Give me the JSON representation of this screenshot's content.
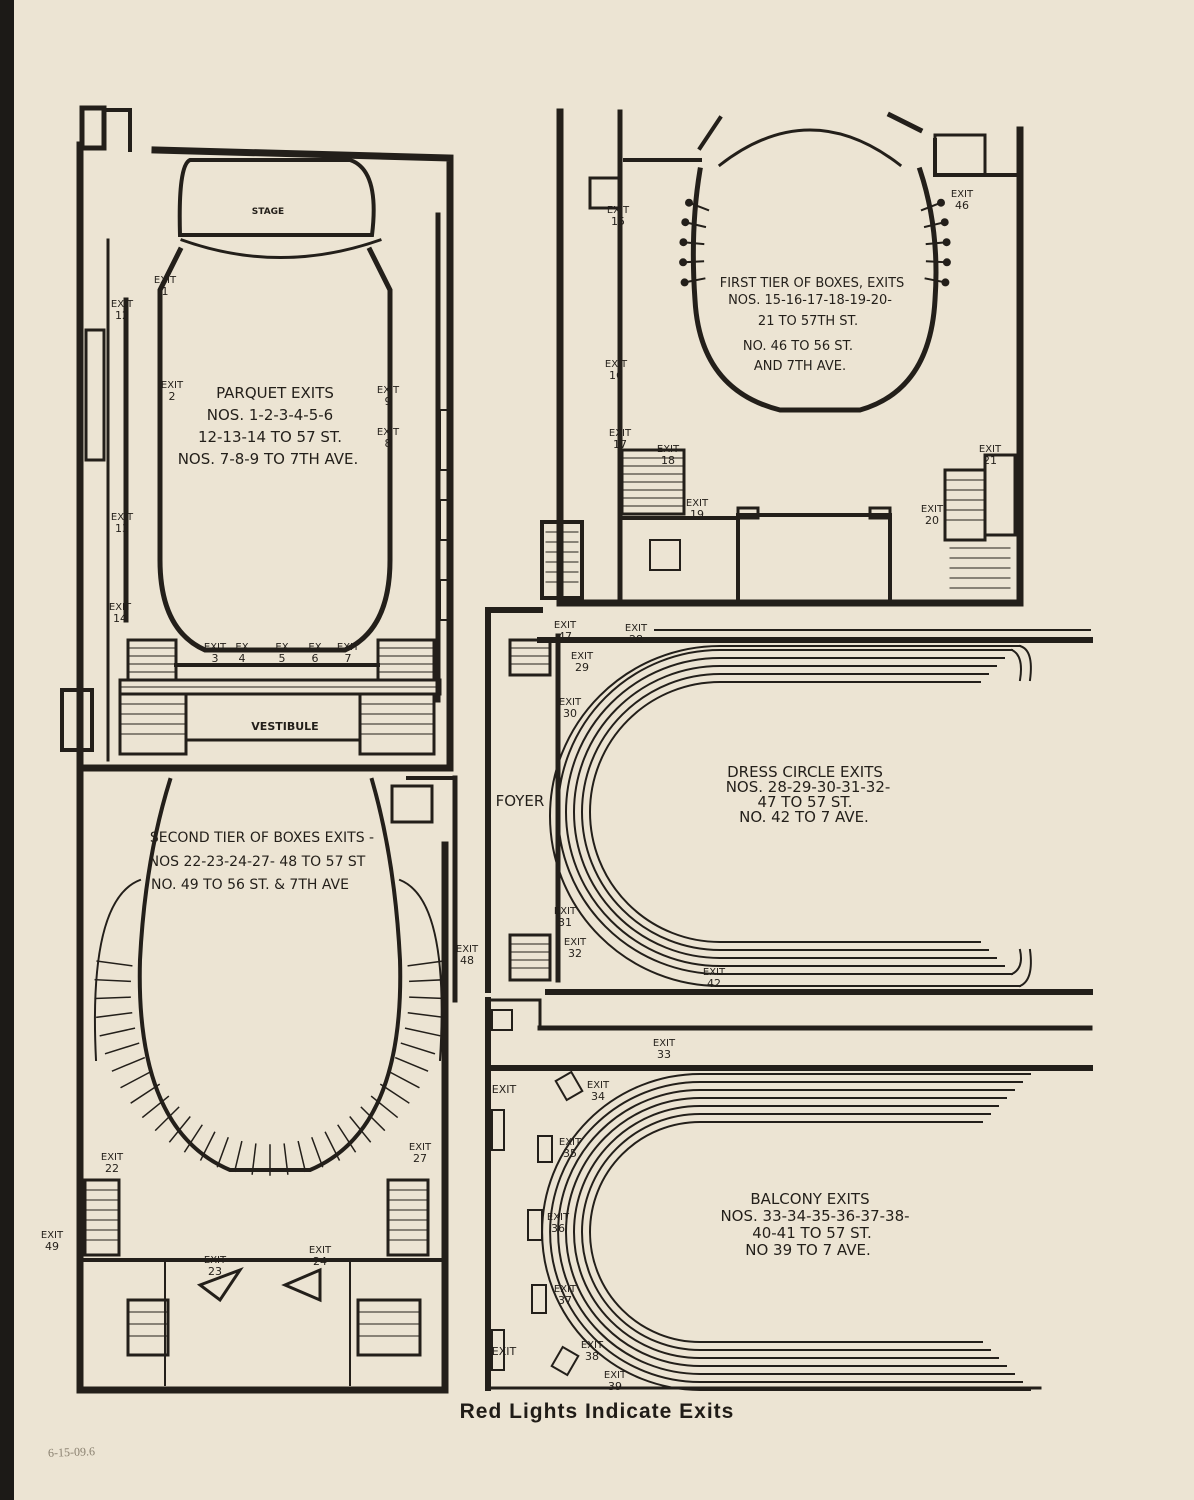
{
  "footer": "Red Lights Indicate Exits",
  "catalog_mark": "6-15-09.6",
  "parquet": {
    "stage": "STAGE",
    "title": "PARQUET EXITS",
    "line1": "NOS. 1-2-3-4-5-6",
    "line2": "12-13-14 TO 57 ST.",
    "line3": "NOS. 7-8-9 TO 7TH AVE.",
    "vestibule": "VESTIBULE",
    "exits": [
      "1",
      "2",
      "3",
      "4",
      "5",
      "6",
      "7",
      "8",
      "9",
      "12",
      "13",
      "14"
    ]
  },
  "first_tier": {
    "line1": "FIRST TIER OF BOXES, EXITS",
    "line2": "NOS. 15-16-17-18-19-20-",
    "line3": "21 TO 57TH ST.",
    "line4": "NO. 46 TO 56 ST.",
    "line5": "AND 7TH AVE.",
    "exits": [
      "15",
      "16",
      "17",
      "18",
      "19",
      "20",
      "21",
      "46"
    ]
  },
  "second_tier": {
    "line1": "SECOND TIER OF BOXES EXITS -",
    "line2": "NOS 22-23-24-27- 48 TO 57 ST",
    "line3": "NO. 49 TO 56 ST. & 7TH AVE",
    "exits": [
      "22",
      "23",
      "24",
      "27",
      "48",
      "49"
    ]
  },
  "dress_circle": {
    "foyer": "FOYER",
    "line1": "DRESS CIRCLE EXITS",
    "line2": "NOS. 28-29-30-31-32-",
    "line3": "47 TO 57 ST.",
    "line4": "NO. 42 TO 7 AVE.",
    "exits": [
      "28",
      "29",
      "30",
      "31",
      "32",
      "42",
      "47"
    ]
  },
  "balcony": {
    "line1": "BALCONY EXITS",
    "line2": "NOS. 33-34-35-36-37-38-",
    "line3": "40-41 TO 57 ST.",
    "line4": "NO 39 TO 7 AVE.",
    "exits": [
      "33",
      "34",
      "35",
      "36",
      "37",
      "38",
      "39",
      "40",
      "41"
    ]
  },
  "exit_word": "EXIT",
  "ex_word": "EX",
  "colors": {
    "paper": "#ece4d3",
    "ink": "#231f1a",
    "edge": "#1c1a17"
  }
}
